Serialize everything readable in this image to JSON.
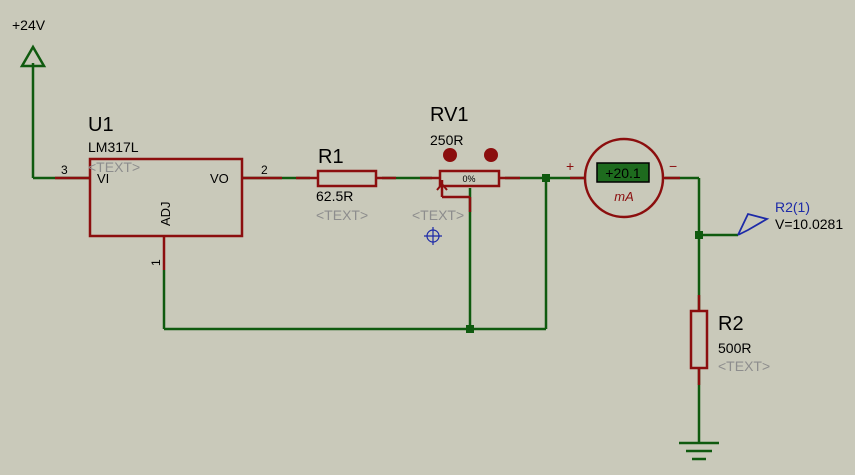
{
  "power": {
    "label": "+24V"
  },
  "u1": {
    "ref": "U1",
    "value": "LM317L",
    "placeholder": "<TEXT>",
    "pin_vi": "VI",
    "pin_vo": "VO",
    "pin_adj": "ADJ",
    "pin3": "3",
    "pin2": "2",
    "pin1": "1"
  },
  "r1": {
    "ref": "R1",
    "value": "62.5R",
    "placeholder": "<TEXT>"
  },
  "rv1": {
    "ref": "RV1",
    "value": "250R",
    "placeholder": "<TEXT>",
    "setting": "0%"
  },
  "ammeter": {
    "reading": "+20.1",
    "unit": "mA",
    "plus": "+",
    "minus": "−"
  },
  "r2": {
    "ref": "R2",
    "value": "500R",
    "placeholder": "<TEXT>"
  },
  "probe": {
    "name": "R2(1)",
    "reading": "V=10.0281"
  },
  "colors": {
    "background": "#c9c9ba",
    "wire": "#0f5a0f",
    "component": "#8b0e0e",
    "body_fill": "#c9c9ba",
    "lcd": "#1e6b1e",
    "probe": "#1d2aa8"
  }
}
